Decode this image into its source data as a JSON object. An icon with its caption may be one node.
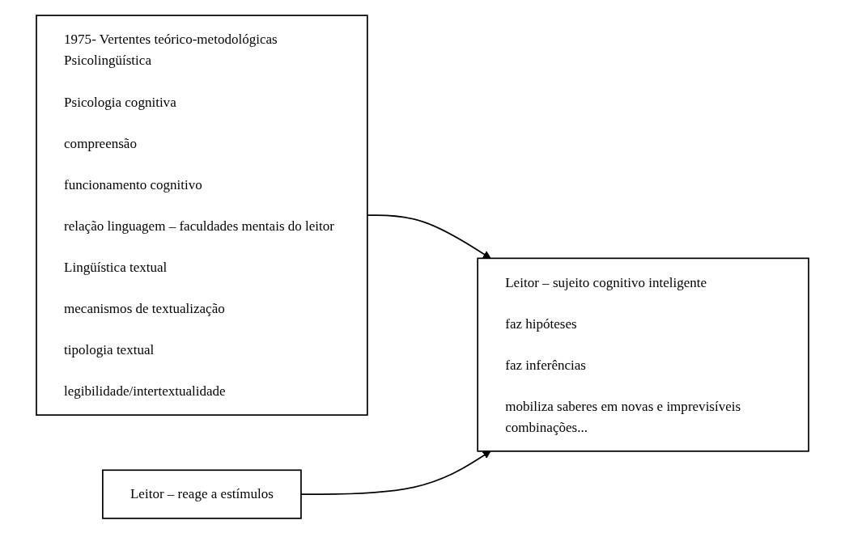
{
  "diagram": {
    "nodes": [
      {
        "text": [
          "1975- Vertentes teórico-metodológicas Psicolingüística",
          "Psicologia cognitiva",
          "compreensão",
          "funcionamento cognitivo",
          "relação linguagem – faculdades mentais do leitor",
          "Lingüística textual",
          "mecanismos de textualização",
          "tipologia textual",
          "legibilidade/intertextualidade"
        ]
      },
      {
        "text": [
          "Leitor – reage a estímulos"
        ]
      },
      {
        "text": [
          "Leitor – sujeito cognitivo inteligente",
          "faz hipóteses",
          "faz inferências",
          "mobiliza saberes em novas e imprevisíveis combinações..."
        ]
      }
    ],
    "edges": [
      {
        "from": 0,
        "to": 2,
        "arrow": "to"
      },
      {
        "from": 1,
        "to": 2,
        "arrow": "to"
      }
    ]
  }
}
